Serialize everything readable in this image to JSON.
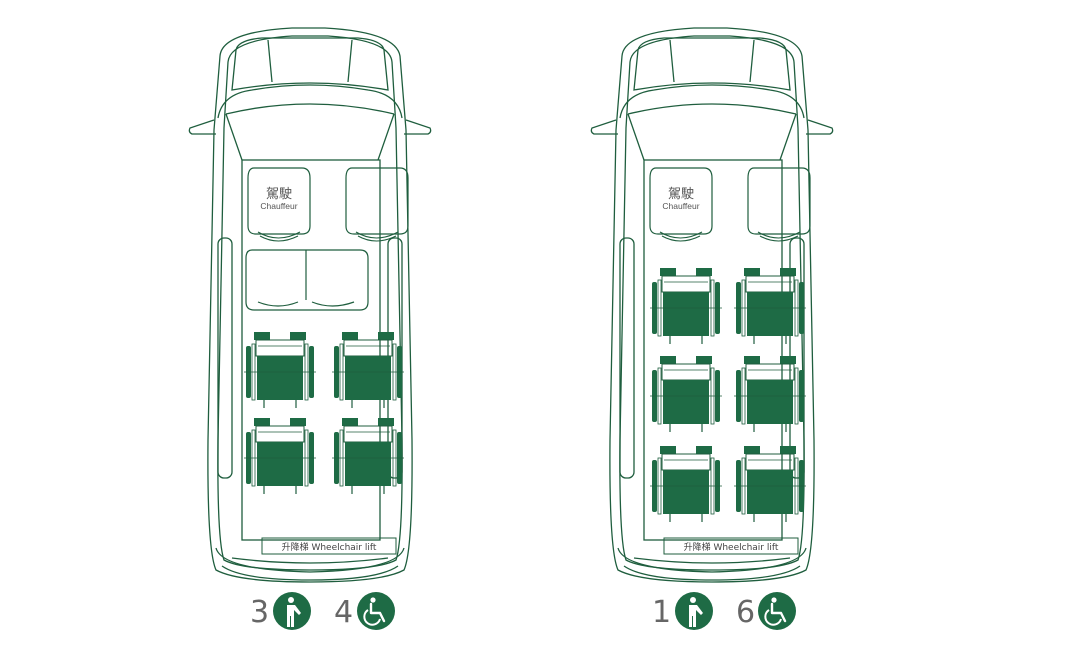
{
  "colors": {
    "primary_green": "#1e6b45",
    "outline": "#1f5e3e",
    "caption_grey": "#666666",
    "background": "#ffffff"
  },
  "layouts": [
    {
      "id": "left",
      "driver_seat": {
        "label_cn": "駕駛",
        "label_en": "Chauffeur"
      },
      "lift_label": "升降梯 Wheelchair lift",
      "seated_passengers": {
        "count": "3",
        "icon": "standing-person-icon"
      },
      "wheelchair_passengers": {
        "count": "4",
        "icon": "wheelchair-icon"
      }
    },
    {
      "id": "right",
      "driver_seat": {
        "label_cn": "駕駛",
        "label_en": "Chauffeur"
      },
      "lift_label": "升降梯 Wheelchair lift",
      "seated_passengers": {
        "count": "1",
        "icon": "standing-person-icon"
      },
      "wheelchair_passengers": {
        "count": "6",
        "icon": "wheelchair-icon"
      }
    }
  ]
}
